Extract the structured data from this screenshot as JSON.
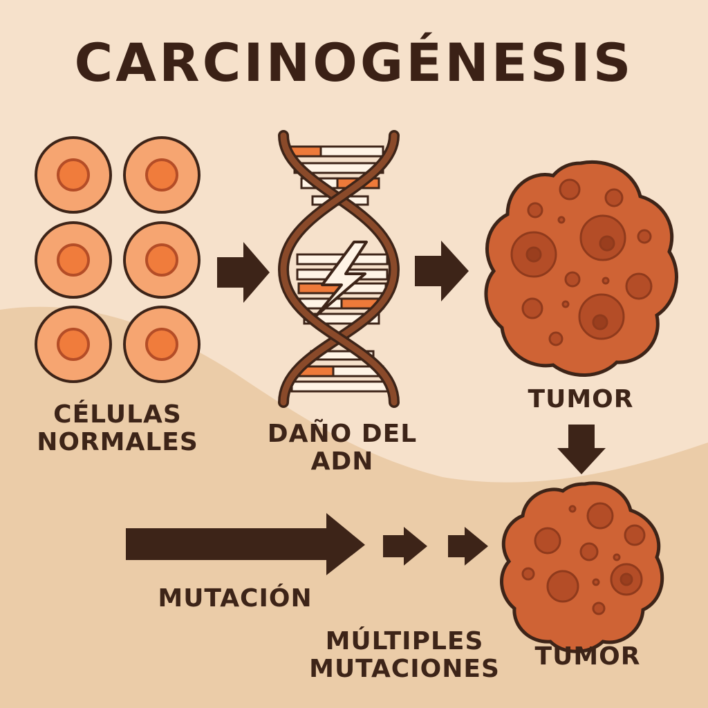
{
  "title": "CARCINOGÉNESIS",
  "labels": {
    "normal_cells": [
      "CÉLULAS",
      "NORMALES"
    ],
    "dna_damage": [
      "DAÑO DEL",
      "ADN"
    ],
    "tumor_top": "TUMOR",
    "mutation": "MUTACIÓN",
    "multiple_mutations": [
      "MÚLTIPLES",
      "MUTACIONES"
    ],
    "tumor_bottom": "TUMOR"
  },
  "icons": {
    "cells": "normal-cell-icon",
    "dna": "dna-double-helix-icon",
    "lightning": "lightning-bolt-icon",
    "tumor": "tumor-mass-icon",
    "arrow": "arrow-right-icon"
  },
  "colors": {
    "background_light": "#f6e1cb",
    "background_wave": "#ebcca8",
    "outline": "#3d2418",
    "cell_fill": "#f6a571",
    "cell_nucleus": "#f07c3c",
    "dna_strand": "#8a4a2a",
    "dna_rung_orange": "#ee7a3a",
    "tumor_fill": "#cf6335",
    "tumor_spot": "#b44d27"
  }
}
